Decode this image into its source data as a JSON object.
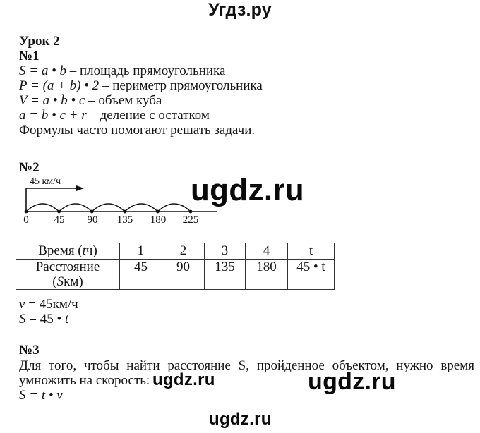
{
  "header": {
    "site_title": "Угдз.ру"
  },
  "lesson": {
    "title": "Урок 2"
  },
  "task1": {
    "number": "№1",
    "formulas": [
      {
        "formula": "S = a • b",
        "description": " – площадь прямоугольника"
      },
      {
        "formula": "P = (a + b) • 2",
        "description": " – периметр прямоугольника"
      },
      {
        "formula": "V = a • b • c",
        "description": " – объем куба"
      },
      {
        "formula": "a = b • c + r",
        "description": " – деление с остатком"
      }
    ],
    "conclusion": "Формулы часто помогают решать задачи."
  },
  "task2": {
    "number": "№2",
    "diagram": {
      "speed_label": "45 км/ч",
      "ticks": [
        "0",
        "45",
        "90",
        "135",
        "180",
        "225"
      ]
    },
    "table": {
      "row_headers": [
        "Время (tч)",
        "Расстояние (Sкм)"
      ],
      "row1_header_parts": {
        "pre": "Время (",
        "var": "t",
        "post": "ч)"
      },
      "row2_header_parts": {
        "line1": "Расстояние",
        "pre": "(",
        "var": "S",
        "post": "км)"
      },
      "columns": [
        "1",
        "2",
        "3",
        "4",
        "t"
      ],
      "values": [
        "45",
        "90",
        "135",
        "180",
        "45 • t"
      ]
    },
    "speed_formula": {
      "var": "v",
      "rest": " = 45км/ч"
    },
    "distance_formula": {
      "var": "S",
      "rest": " = 45 • ",
      "var2": "t"
    }
  },
  "task3": {
    "number": "№3",
    "text_line1": "Для того, чтобы найти расстояние S, пройденное объектом, нужно время",
    "text_line2": "умножить на скорость:",
    "formula": "S = t • v"
  },
  "watermarks": {
    "diagram": "ugdz.ru",
    "inline": "ugdz.ru",
    "right": "ugdz.ru",
    "bottom": "ugdz.ru"
  }
}
